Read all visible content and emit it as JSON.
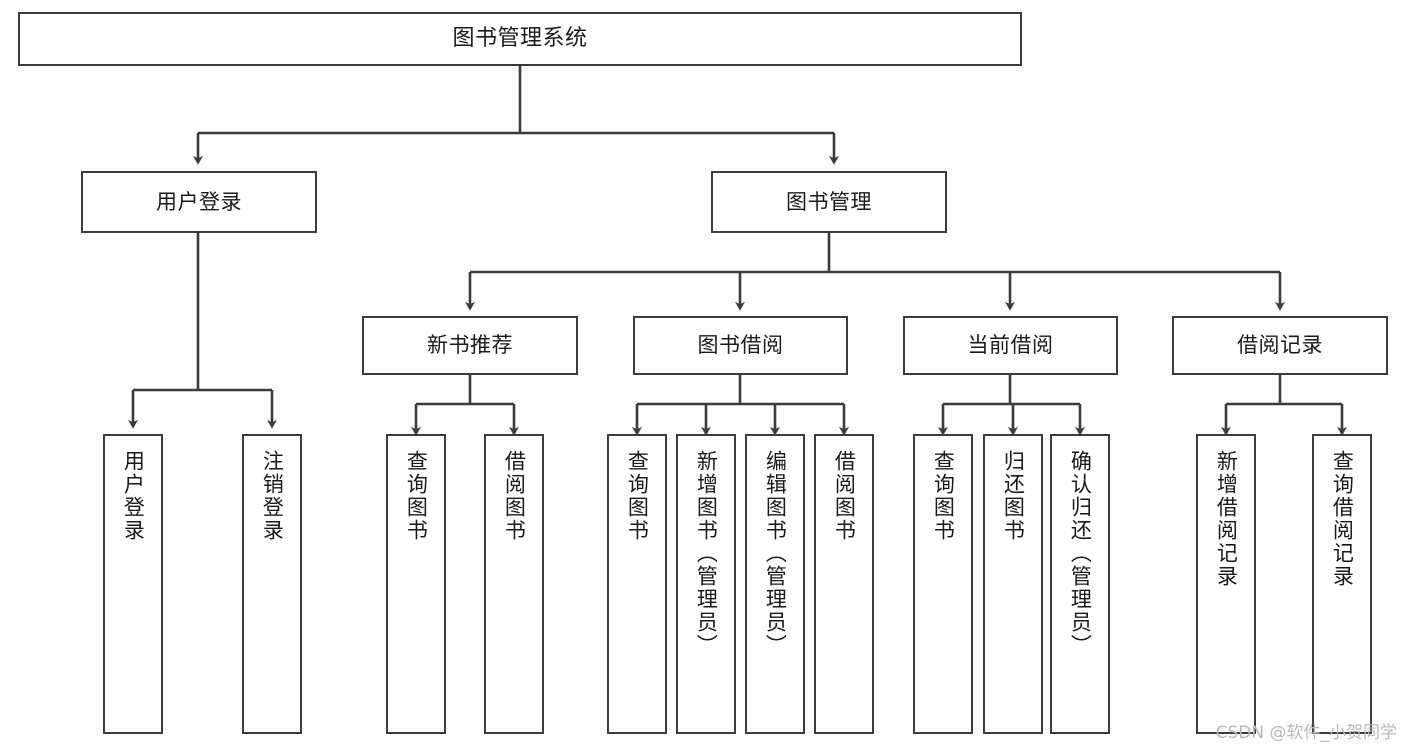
{
  "diagram": {
    "title": "图书管理系统",
    "type": "hierarchy-tree",
    "colors": {
      "background": "#fdfdfd",
      "box_fill": "#ffffff",
      "box_border": "#3c3c3c",
      "connector": "#3c3c3c",
      "text": "#1a1a1a",
      "watermark": "#b9b9b9"
    },
    "watermark": "CSDN @软件_小贺同学",
    "levels": {
      "root": {
        "label": "图书管理系统"
      },
      "level2": [
        {
          "label": "用户登录"
        },
        {
          "label": "图书管理"
        }
      ],
      "level3": [
        {
          "label": "新书推荐"
        },
        {
          "label": "图书借阅"
        },
        {
          "label": "当前借阅"
        },
        {
          "label": "借阅记录"
        }
      ],
      "leaves": {
        "user_login": [
          {
            "label": "用户登录"
          },
          {
            "label": "注销登录"
          }
        ],
        "new_book_recommend": [
          {
            "label": "查询图书"
          },
          {
            "label": "借阅图书"
          }
        ],
        "book_borrow": [
          {
            "label": "查询图书"
          },
          {
            "label": "新增图书（管理员）"
          },
          {
            "label": "编辑图书（管理员）"
          },
          {
            "label": "借阅图书"
          }
        ],
        "current_borrow": [
          {
            "label": "查询图书"
          },
          {
            "label": "归还图书"
          },
          {
            "label": "确认归还（管理员）"
          }
        ],
        "borrow_record": [
          {
            "label": "新增借阅记录"
          },
          {
            "label": "查询借阅记录"
          }
        ]
      }
    }
  }
}
